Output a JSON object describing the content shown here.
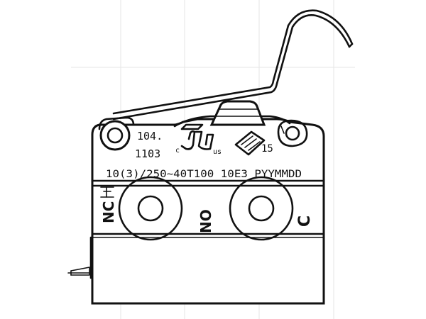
{
  "markings": {
    "code_line1": "104.",
    "code_line2": "1103",
    "ul_c": "c",
    "ul_us": "us",
    "enec_number": "15",
    "rating_line": "10(3)/250~40T100 10E3 PYYMMDD"
  },
  "terminals": {
    "nc": "NC",
    "no": "NO",
    "c": "C"
  },
  "colors": {
    "line": "#111111",
    "background": "#ffffff"
  }
}
